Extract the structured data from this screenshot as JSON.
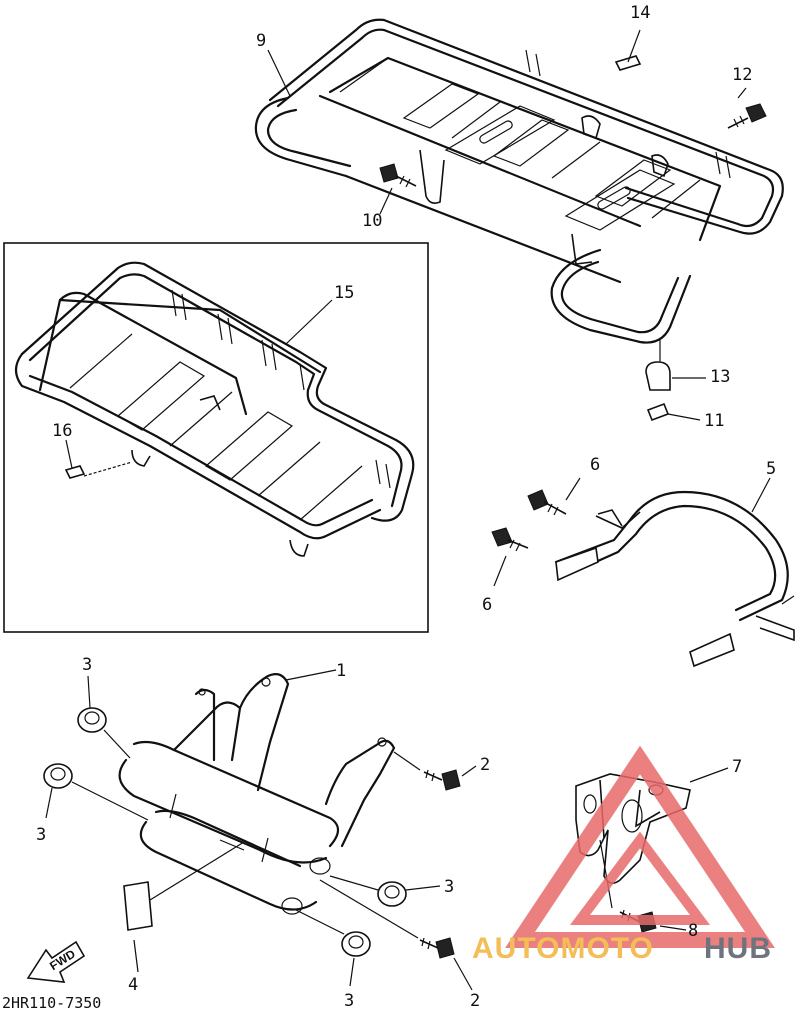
{
  "diagram": {
    "drawing_code": "2HR110-7350",
    "callouts": [
      {
        "id": "c9",
        "text": "9"
      },
      {
        "id": "c14",
        "text": "14"
      },
      {
        "id": "c12",
        "text": "12"
      },
      {
        "id": "c10",
        "text": "10"
      },
      {
        "id": "c15",
        "text": "15"
      },
      {
        "id": "c16",
        "text": "16"
      },
      {
        "id": "c13",
        "text": "13"
      },
      {
        "id": "c11",
        "text": "11"
      },
      {
        "id": "c6a",
        "text": "6"
      },
      {
        "id": "c5",
        "text": "5"
      },
      {
        "id": "c6b",
        "text": "6"
      },
      {
        "id": "c1",
        "text": "1"
      },
      {
        "id": "c3a",
        "text": "3"
      },
      {
        "id": "c2a",
        "text": "2"
      },
      {
        "id": "c3b",
        "text": "3"
      },
      {
        "id": "c7",
        "text": "7"
      },
      {
        "id": "c3c",
        "text": "3"
      },
      {
        "id": "c4",
        "text": "4"
      },
      {
        "id": "c8",
        "text": "8"
      },
      {
        "id": "c2b",
        "text": "2"
      },
      {
        "id": "c3d",
        "text": "3"
      }
    ],
    "fwd_arrow_text": "FWD",
    "watermark": {
      "part1": "AUTOMOTO",
      "part2": "HUB",
      "color_primary": "#f2b33a",
      "color_secondary": "#555b66",
      "triangle_color": "#e86a6a"
    }
  }
}
